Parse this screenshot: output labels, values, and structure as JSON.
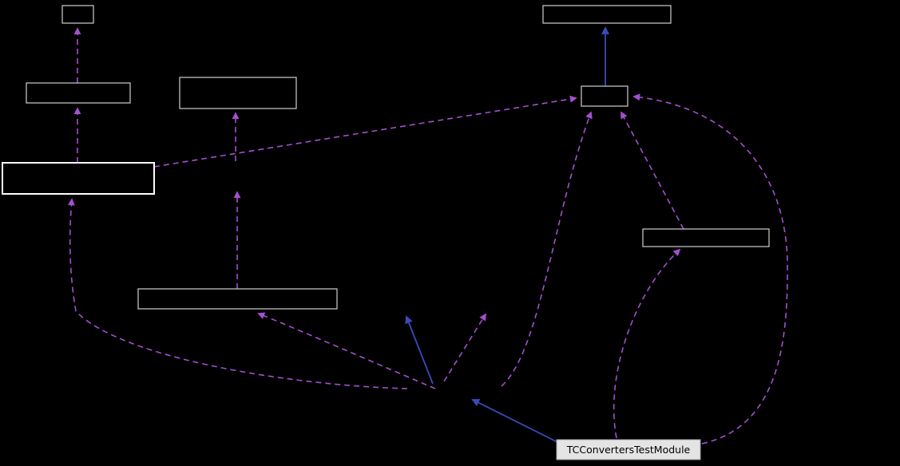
{
  "diagram": {
    "type": "collaboration-graph",
    "background": "#000000",
    "colors": {
      "dashed_edge": "#a44fd0",
      "solid_edge": "#3a4ab8",
      "node_border": "#c0c0c0",
      "main_node_border": "#ffffff",
      "labeled_node_bg": "#e4e4e4",
      "labeled_node_border": "#a0a0a0",
      "labeled_node_text": "#000000"
    },
    "nodes": {
      "node_top_left_small": {
        "label": ""
      },
      "node_left_upper": {
        "label": ""
      },
      "node_left_main": {
        "label": ""
      },
      "node_mid_upper": {
        "label": ""
      },
      "node_mid_wide": {
        "label": ""
      },
      "node_top_right_wide": {
        "label": ""
      },
      "node_right_small": {
        "label": ""
      },
      "node_right_mid": {
        "label": ""
      },
      "testmodule": {
        "label": "TCConvertersTestModule"
      }
    },
    "edge_styles": {
      "dashed": "usage / dashed purple",
      "solid": "inheritance / solid blue"
    }
  }
}
